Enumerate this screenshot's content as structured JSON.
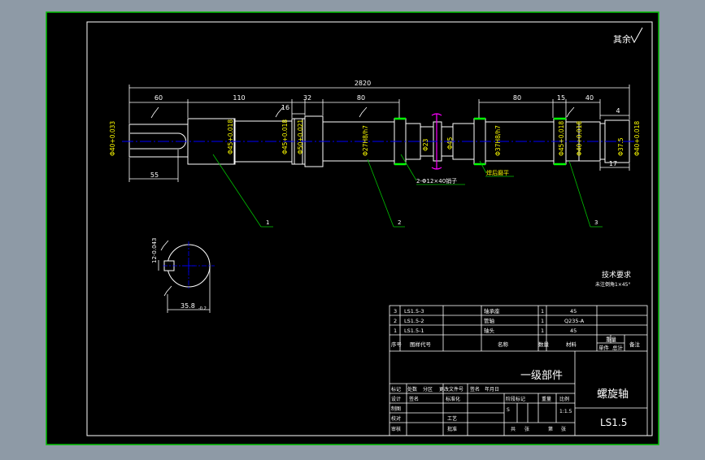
{
  "colors": {
    "background": "#8e9aa6",
    "sheet": "#000000",
    "outer_border": "#00c000",
    "inner_border": "#ffffff",
    "dimension": "#ffffff",
    "annotation": "#ffff00",
    "centerline": "#0000ff",
    "leader": "#00c000",
    "highlight": "#00ff00",
    "section_mark": "#ff00ff",
    "cursor": "#0000ff"
  },
  "corner_mark": "其余",
  "dims_top": {
    "overall": "2820",
    "d60": "60",
    "d110": "110",
    "d16": "16",
    "d32": "32",
    "d80a": "80",
    "d80b": "80",
    "d15": "15",
    "d40": "40",
    "d4": "4",
    "d55": "55",
    "d17": "17"
  },
  "dims_diam": {
    "d40_left": "Φ40+0.033",
    "d45_a": "Φ45+0.018",
    "d45_b": "Φ45+0.018",
    "d50": "Φ50+0.021",
    "d27h8": "Φ27H8/h7",
    "d23": "Φ23",
    "d45_c": "Φ45",
    "d37h8": "Φ37H8/h7",
    "d45_d": "Φ45+0.018",
    "d40_e": "Φ40+0.018",
    "d37_5": "Φ37.5",
    "d40_f": "Φ40+0.018"
  },
  "annotations": {
    "pin": "2-Φ12×40销子",
    "weld": "焊后磨平"
  },
  "balloons": [
    "1",
    "2",
    "3"
  ],
  "section_view": {
    "tol_label": "12-0.043",
    "width_label": "35.8",
    "width_tol": "-0.2"
  },
  "tech": {
    "title": "技术要求",
    "line": "未注倒角1×45°"
  },
  "parts_list": {
    "rows": [
      {
        "no": "3",
        "code": "LS1.5-3",
        "name": "轴承座",
        "qty": "1",
        "material": "45"
      },
      {
        "no": "2",
        "code": "LS1.5-2",
        "name": "管轴",
        "qty": "1",
        "material": "Q235-A"
      },
      {
        "no": "1",
        "code": "LS1.5-1",
        "name": "轴头",
        "qty": "1",
        "material": "45"
      }
    ],
    "header": [
      "序号",
      "图样代号",
      "名称",
      "数量",
      "材料",
      "单件",
      "总计",
      "备注"
    ],
    "mass_header": "重量"
  },
  "title_block": {
    "project": "一级部件",
    "part_name": "螺旋轴",
    "drawing_no": "LS1.5",
    "change_row": [
      "标记",
      "处数",
      "分区",
      "更改文件号",
      "签名",
      "年月日"
    ],
    "role_rows": [
      {
        "role": "设计",
        "name": "签名",
        "std": "标准化"
      },
      {
        "role": "制图",
        "name": "",
        "std": ""
      },
      {
        "role": "校对",
        "name": "",
        "std": "工艺"
      },
      {
        "role": "审核",
        "name": "",
        "std": "批准"
      }
    ],
    "stage_row": [
      "阶段标记",
      "重量",
      "比例"
    ],
    "scale": "1:1.5",
    "stage_mark": "S",
    "sheet_row": [
      "共",
      "张",
      "第",
      "张"
    ]
  }
}
